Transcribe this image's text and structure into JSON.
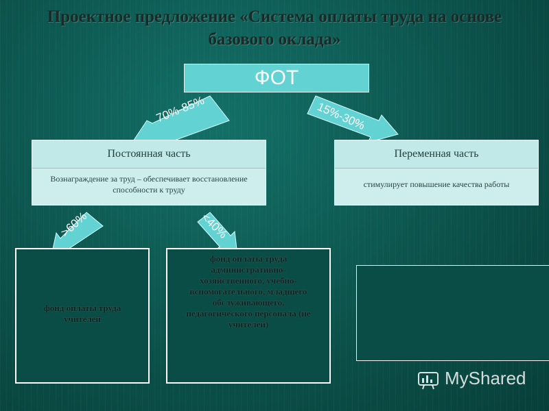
{
  "title": "Проектное предложение «Система оплаты труда на основе базового оклада»",
  "root": {
    "label": "ФОТ"
  },
  "arrows": {
    "left_top": "70%-85%",
    "right_top": "15%-30%",
    "left_bottom": ">60%",
    "right_bottom": "<40%"
  },
  "fixed_part": {
    "heading": "Постоянная часть",
    "description": "Вознаграждение за труд – обеспечивает восстановление способности к труду"
  },
  "variable_part": {
    "heading": "Переменная часть",
    "description": "стимулирует повышение качества работы"
  },
  "teachers_fund": {
    "text": "фонд оплаты труда учителей"
  },
  "staff_fund": {
    "text": "фонд оплаты труда административно-хозяйственного, учебно-вспомогательного, младшего обслуживающего, педагогического персонала (не учителей)"
  },
  "watermark": {
    "text": "MyShared"
  },
  "colors": {
    "background": "#0d5a52",
    "box_fill": "#63d2d3",
    "part_fill": "#cdeeed",
    "arrow_fill": "#63d2d3"
  }
}
